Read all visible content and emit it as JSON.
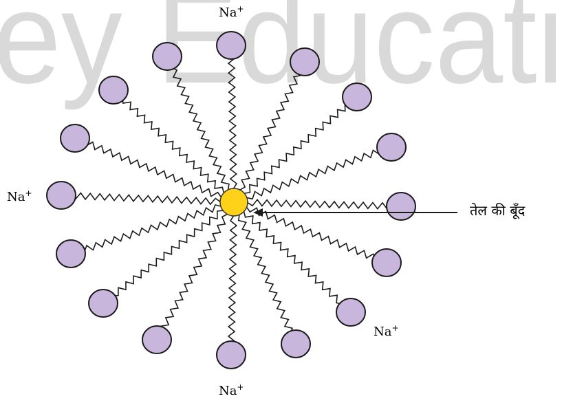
{
  "watermark": {
    "text": "ey Educati",
    "color": "#d9d9d9"
  },
  "ion": {
    "symbol": "Na",
    "charge": "+"
  },
  "droplet_label": "तेल की बूँद",
  "colors": {
    "head_fill": "#c8b6dc",
    "head_stroke": "#1a1a1a",
    "droplet_fill": "#ffd21a",
    "droplet_stroke": "#333333",
    "tail_stroke": "#1a1a1a"
  },
  "micelle": {
    "head_count": 16
  }
}
